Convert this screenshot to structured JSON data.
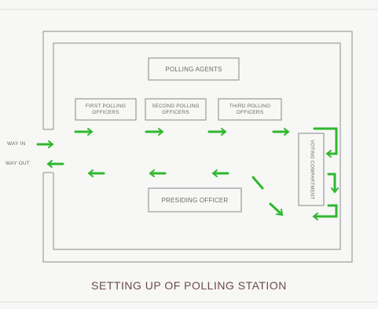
{
  "diagram": {
    "title": "SETTING UP OF POLLING STATION",
    "boxes": {
      "polling_agents": "POLLING AGENTS",
      "first_polling_officers": "FIRST POLLING OFFICERS",
      "second_polling_officers": "SECOND POLLING OFFICERS",
      "third_polling_officers": "THIRD POLLING OFFICERS",
      "voting_compartment": "VOTING COMPARTMENT",
      "presiding_officer": "PRESIDING OFFICER"
    },
    "labels": {
      "way_in": "WAY IN",
      "way_out": "WAY OUT"
    },
    "colors": {
      "arrow": "#2fb82f",
      "outline": "#9a9a9a",
      "text": "#6a6a6a"
    }
  }
}
